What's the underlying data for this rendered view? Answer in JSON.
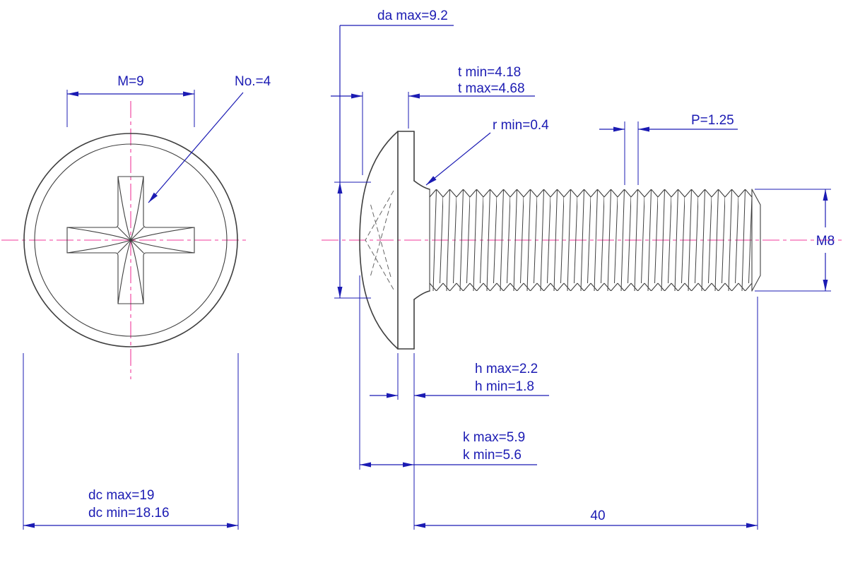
{
  "drawing": {
    "type": "technical-drawing",
    "subject": "truss-head phillips machine screw, two views"
  },
  "front_view": {
    "dimensions": {
      "recess_size": "M=9",
      "driver_number": "No.=4",
      "head_dia_max": "dc max=19",
      "head_dia_min": "dc min=18.16"
    }
  },
  "side_view": {
    "dimensions": {
      "da_max": "da max=9.2",
      "t_min": "t min=4.18",
      "t_max": "t max=4.68",
      "r_min": "r min=0.4",
      "pitch": "P=1.25",
      "thread": "M8",
      "h_max": "h max=2.2",
      "h_min": "h min=1.8",
      "k_max": "k max=5.9",
      "k_min": "k min=5.6",
      "length": "40"
    }
  },
  "colors": {
    "dimension_blue": "#1b1bb3",
    "centerline_magenta": "#f03a9b",
    "outline_gray": "#3f3f3f",
    "hidden_line_gray": "#666666",
    "background": "#ffffff"
  }
}
